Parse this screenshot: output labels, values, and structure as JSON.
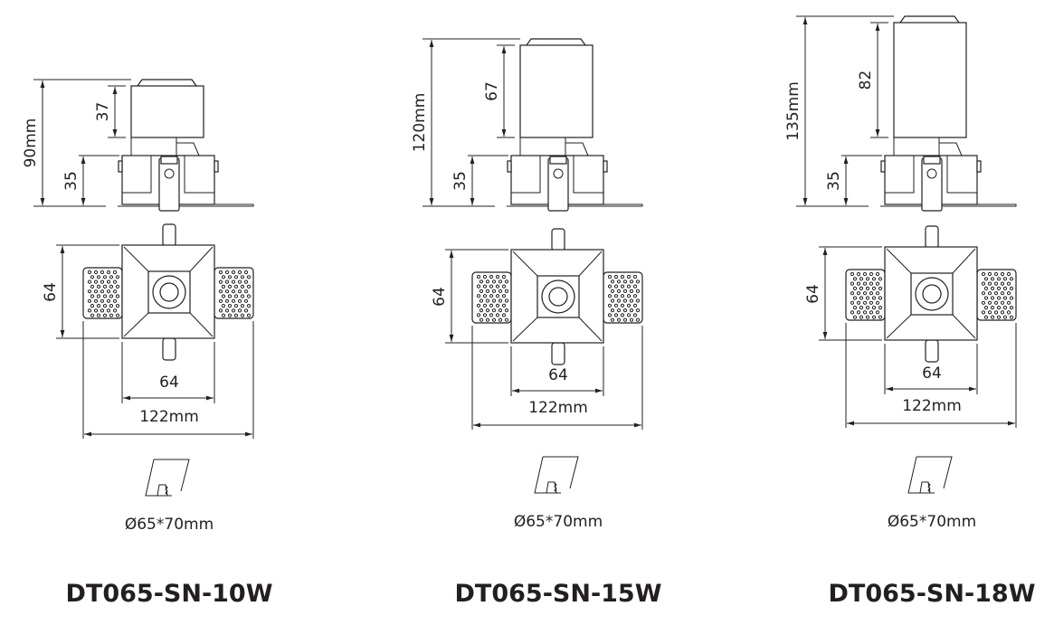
{
  "products": [
    {
      "name": "DT065-SN-10W",
      "total_height": "90mm",
      "body_height": "37",
      "trim_height": "35",
      "trim_depth": "64",
      "trim_width": "64",
      "overall_width": "122mm",
      "cutout": "Ø65*70mm"
    },
    {
      "name": "DT065-SN-15W",
      "total_height": "120mm",
      "body_height": "67",
      "trim_height": "35",
      "trim_depth": "64",
      "trim_width": "64",
      "overall_width": "122mm",
      "cutout": "Ø65*70mm"
    },
    {
      "name": "DT065-SN-18W",
      "total_height": "135mm",
      "body_height": "82",
      "trim_height": "35",
      "trim_depth": "64",
      "trim_width": "64",
      "overall_width": "122mm",
      "cutout": "Ø65*70mm"
    }
  ],
  "colors": {
    "line": "#231f20",
    "background": "#ffffff"
  }
}
